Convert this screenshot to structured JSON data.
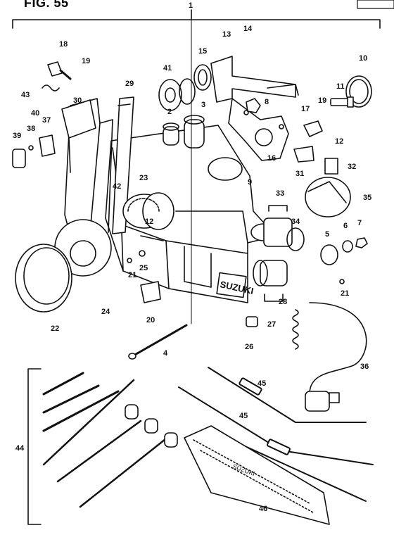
{
  "figure": {
    "title": "FIG. 55",
    "assembly_number": "1",
    "stroke_color": "#111111",
    "background_color": "#ffffff"
  },
  "brand_text": "SUZUKI",
  "plate_text": "SUZUKI",
  "part_numbers": [
    "2",
    "3",
    "4",
    "5",
    "6",
    "7",
    "8",
    "9",
    "10",
    "11",
    "12",
    "12",
    "13",
    "14",
    "15",
    "16",
    "17",
    "18",
    "19",
    "19",
    "20",
    "21",
    "21",
    "22",
    "23",
    "24",
    "25",
    "26",
    "27",
    "28",
    "29",
    "30",
    "31",
    "32",
    "33",
    "34",
    "35",
    "36",
    "37",
    "38",
    "39",
    "40",
    "41",
    "42",
    "43",
    "44",
    "45",
    "45",
    "46"
  ]
}
